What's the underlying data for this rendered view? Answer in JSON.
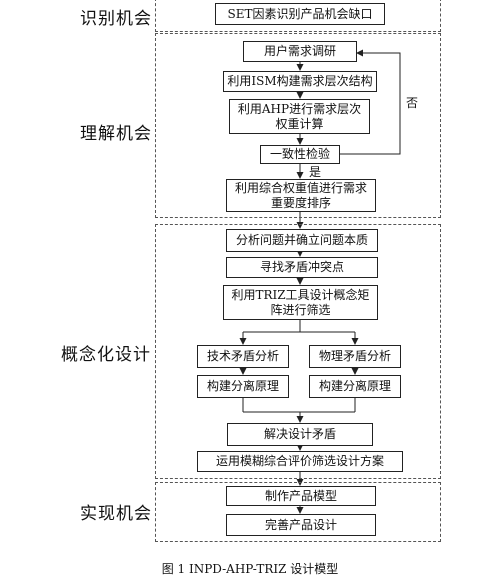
{
  "stages": {
    "identify": "识别机会",
    "understand": "理解机会",
    "concept": "概念化设计",
    "realize": "实现机会"
  },
  "nodes": {
    "set_gap": "SET因素识别产品机会缺口",
    "user_research": "用户需求调研",
    "ism": "利用ISM构建需求层次结构",
    "ahp": "利用AHP进行需求层次权重计算",
    "consistency": "一致性检验",
    "rank": "利用综合权重值进行需求重要度排序",
    "analyze": "分析问题并确立问题本质",
    "find_conflict": "寻找矛盾冲突点",
    "triz": "利用TRIZ工具设计概念矩阵进行筛选",
    "tech_contra": "技术矛盾分析",
    "phys_contra": "物理矛盾分析",
    "sep_principle_left": "构建分离原理",
    "sep_principle_right": "构建分离原理",
    "resolve": "解决设计矛盾",
    "fuzzy": "运用模糊综合评价筛选设计方案",
    "make_model": "制作产品模型",
    "improve": "完善产品设计"
  },
  "notes": {
    "no": "否",
    "yes": "是"
  },
  "caption": "图 1 INPD-AHP-TRIZ 设计模型"
}
